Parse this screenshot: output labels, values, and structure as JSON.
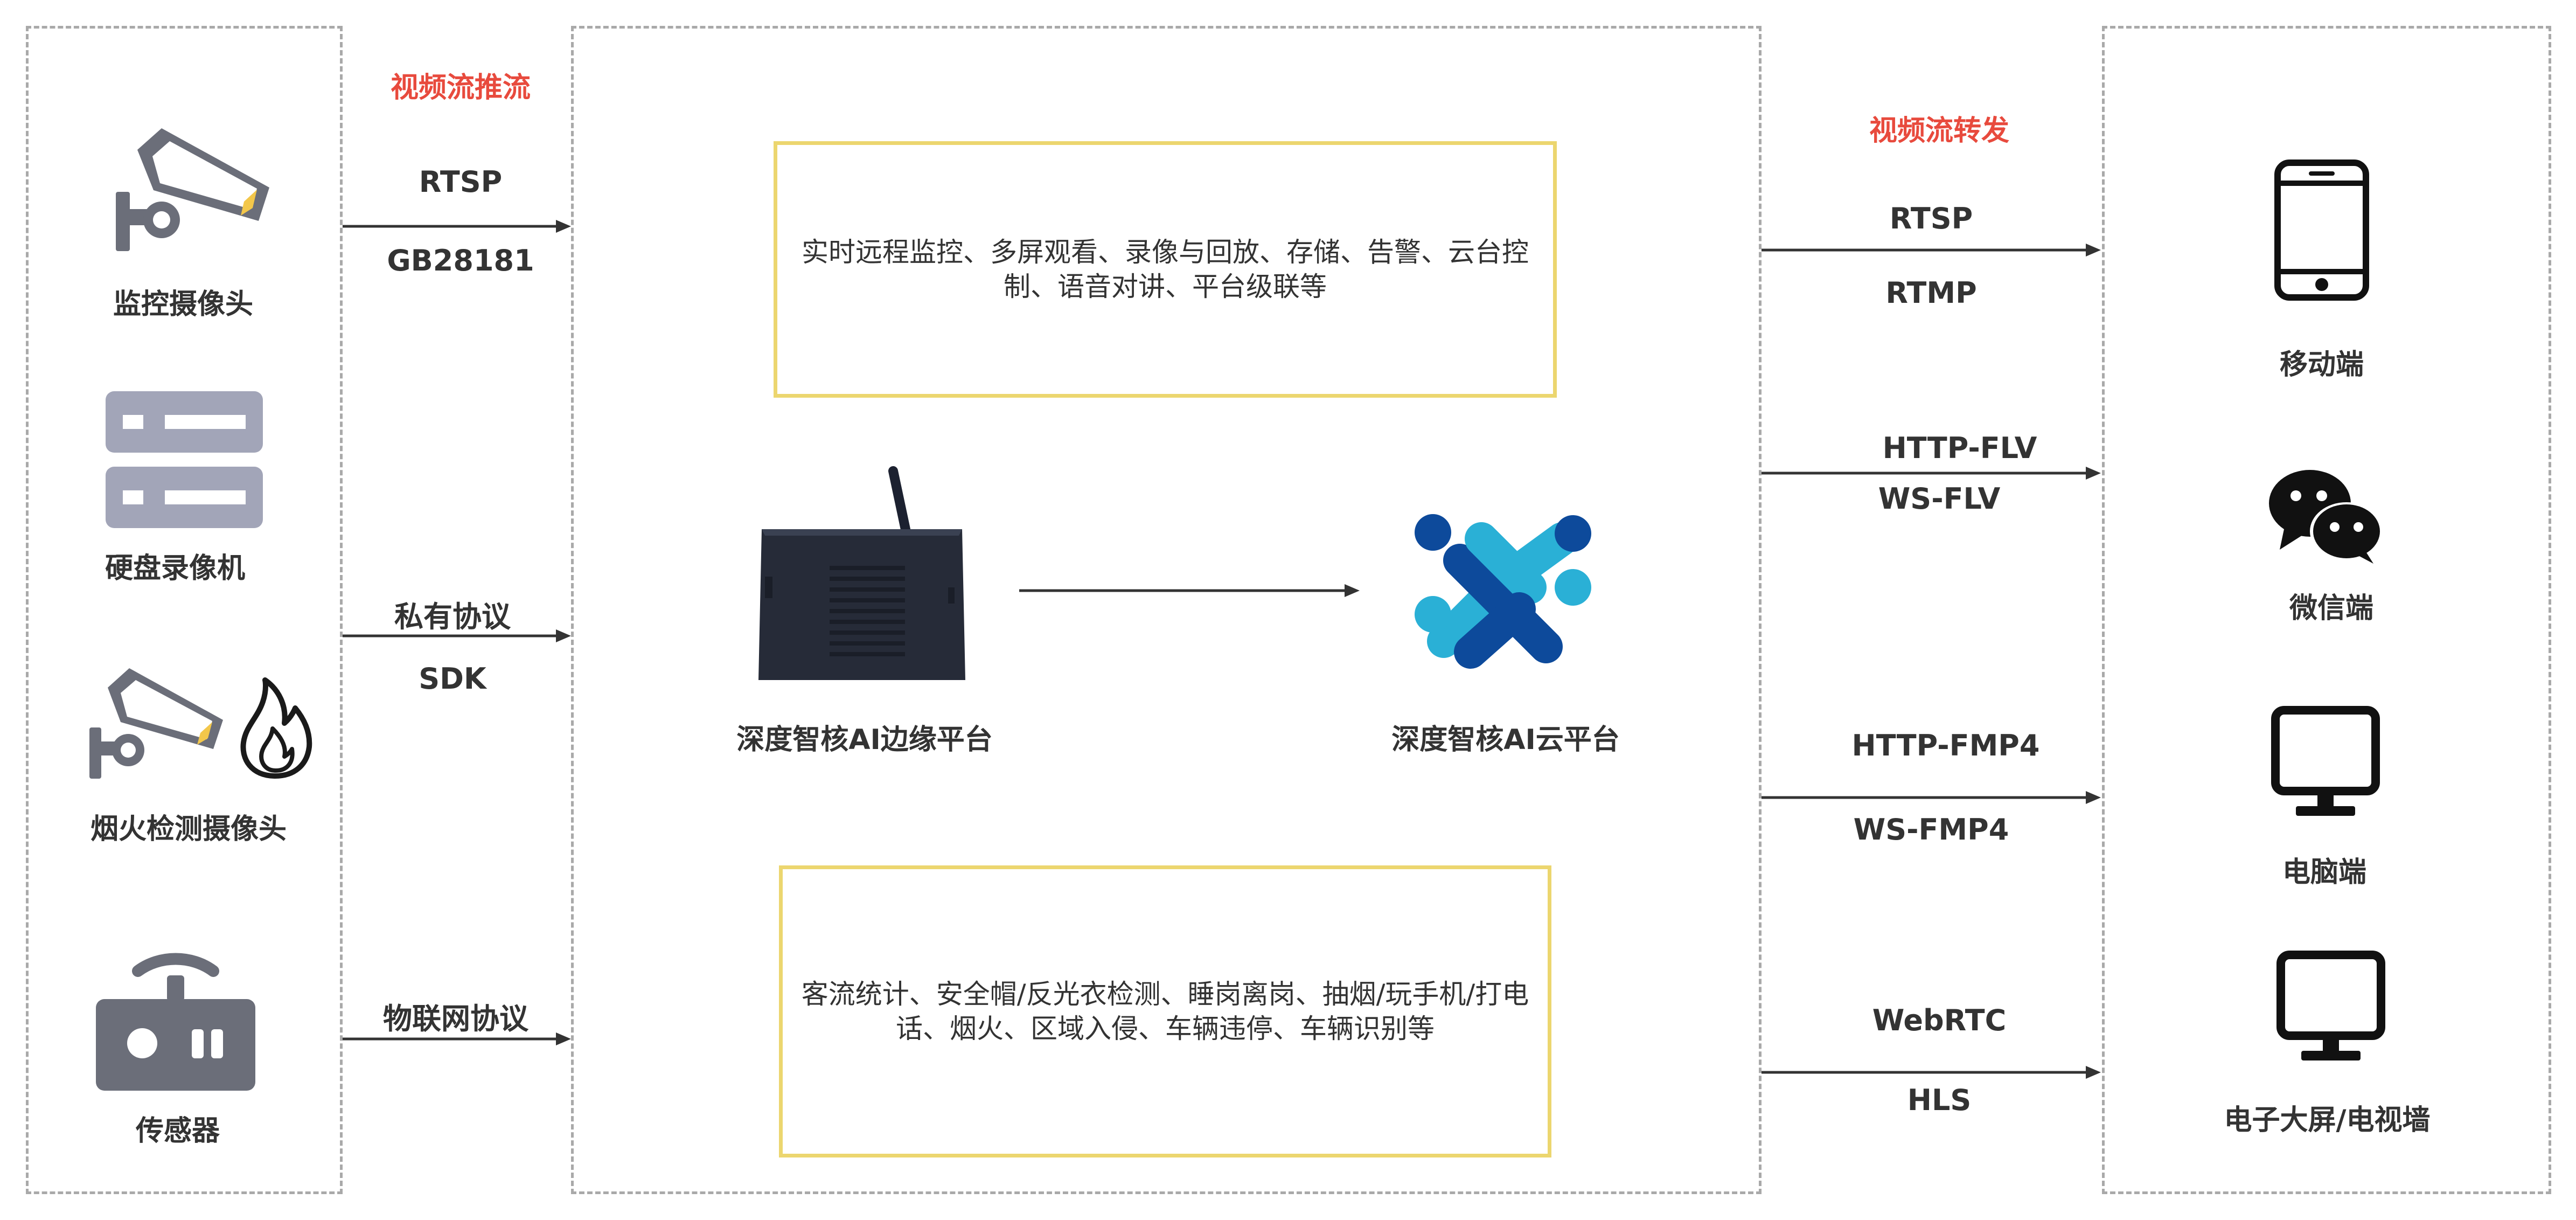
{
  "colors": {
    "flow_title": "#e84a3d",
    "feature_border": "#ecd66f",
    "panel_border": "#a9a9a9",
    "arrow": "#333333",
    "icon_gray": "#6b6e79",
    "icon_purple": "#a2a5b8",
    "logo_light": "#2ab0d6",
    "logo_dark": "#0d4a9b"
  },
  "left_panel": {
    "flow_title": "视频流推流",
    "devices": [
      {
        "name": "监控摄像头",
        "icon": "cctv-camera-icon"
      },
      {
        "name": "硬盘录像机",
        "icon": "nvr-server-icon"
      },
      {
        "name": "烟火检测摄像头",
        "icon": "fire-camera-icon"
      },
      {
        "name": "传感器",
        "icon": "sensor-icon"
      }
    ],
    "protocols": [
      {
        "top": "RTSP",
        "bottom": "GB28181"
      },
      {
        "top": "私有协议",
        "bottom": "SDK"
      },
      {
        "top": "物联网协议",
        "bottom": ""
      }
    ]
  },
  "center_panel": {
    "feature_top": "实时远程监控、多屏观看、录像与回放、存储、告警、云台控制、语音对讲、平台级联等",
    "feature_bottom": "客流统计、安全帽/反光衣检测、睡岗离岗、抽烟/玩手机/打电话、烟火、区域入侵、车辆违停、车辆识别等",
    "edge_platform": "深度智核AI边缘平台",
    "cloud_platform": "深度智核AI云平台"
  },
  "right_panel": {
    "flow_title": "视频流转发",
    "protocols": [
      {
        "top": "RTSP",
        "bottom": "RTMP"
      },
      {
        "top": "HTTP-FLV",
        "bottom": "WS-FLV"
      },
      {
        "top": "HTTP-FMP4",
        "bottom": "WS-FMP4"
      },
      {
        "top": "WebRTC",
        "bottom": "HLS"
      }
    ],
    "clients": [
      {
        "name": "移动端",
        "icon": "mobile-phone-icon"
      },
      {
        "name": "微信端",
        "icon": "wechat-icon"
      },
      {
        "name": "电脑端",
        "icon": "computer-monitor-icon"
      },
      {
        "name": "电子大屏/电视墙",
        "icon": "tv-wall-icon"
      }
    ]
  }
}
